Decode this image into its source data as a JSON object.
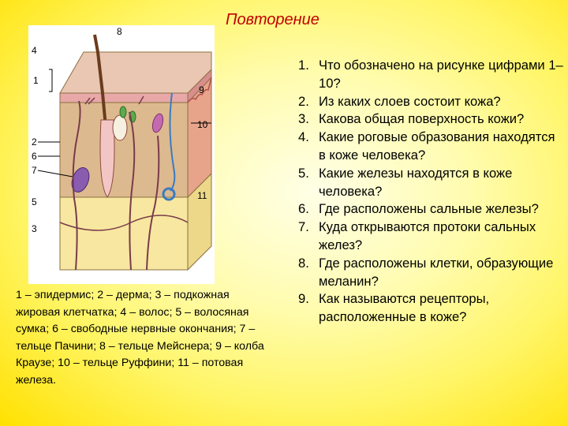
{
  "title": "Повторение",
  "diagram": {
    "labels": [
      "8",
      "4",
      "1",
      "9",
      "10",
      "2",
      "6",
      "7",
      "5",
      "11",
      "3"
    ]
  },
  "caption": "1 – эпидермис; 2 – дерма; 3 – подкожная жировая клетчатка; 4 – волос; 5 – волосяная сумка; 6 – свободные нервные окончания; 7 – тельце Пачини; 8 – тельце Мейснера; 9 – колба Краузе; 10 – тельце Руффини; 11 – потовая железа.",
  "questions": [
    {
      "num": "1.",
      "text": "Что обозначено на рисунке цифрами 1– 10?"
    },
    {
      "num": "2.",
      "text": "Из каких слоев состоит кожа?"
    },
    {
      "num": "3.",
      "text": "Какова общая поверхность кожи?"
    },
    {
      "num": "4.",
      "text": "Какие роговые образования находятся в коже человека?"
    },
    {
      "num": "5.",
      "text": "Какие железы находятся в коже человека?"
    },
    {
      "num": "6.",
      "text": "Где расположены сальные железы?"
    },
    {
      "num": "7.",
      "text": "Куда открываются протоки сальных желез?"
    },
    {
      "num": "8.",
      "text": "Где расположены клетки, образующие меланин?"
    },
    {
      "num": "9.",
      "text": "Как называются рецепторы, расположенные в коже?"
    }
  ]
}
